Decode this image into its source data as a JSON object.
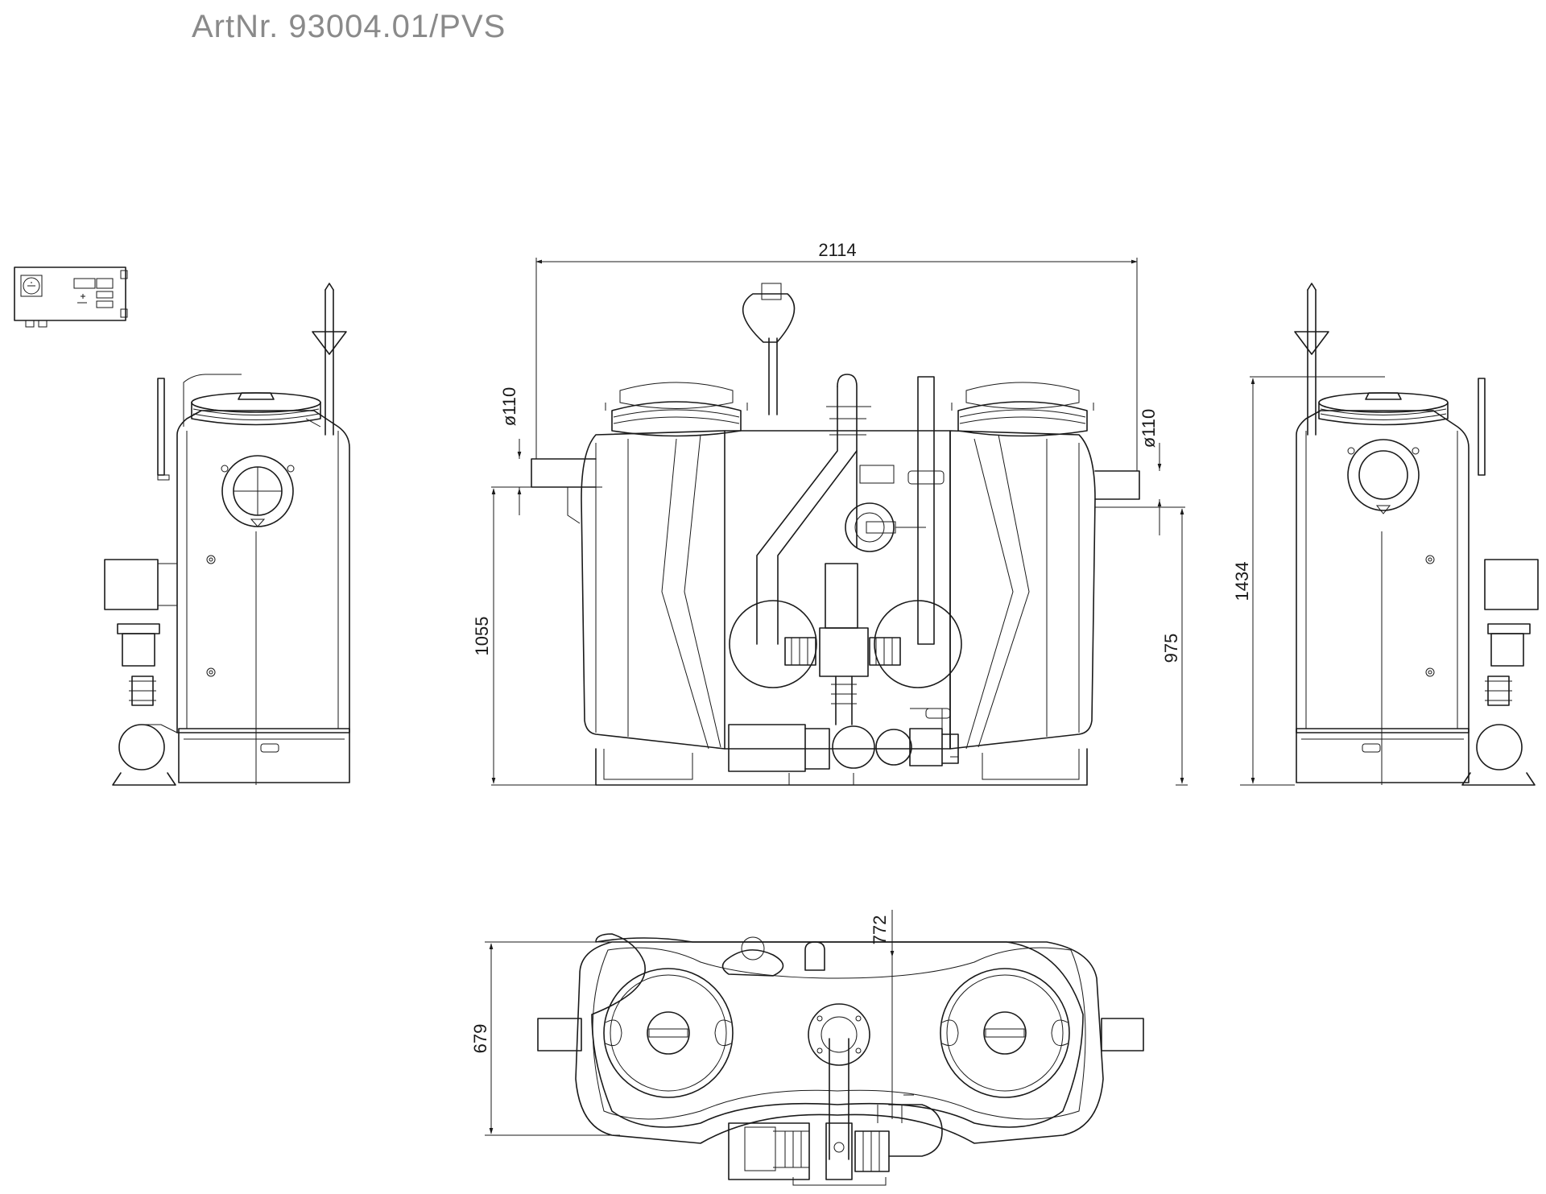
{
  "title": "ArtNr.  93004.01/PVS",
  "dimensions": {
    "overall_width": "2114",
    "inlet_left": "ø110",
    "inlet_right": "ø110",
    "height_inlet_left": "1055",
    "height_inlet_right": "975",
    "total_height": "1434",
    "depth": "679",
    "offset": "772"
  },
  "icons": [
    "control-box-icon",
    "lifting-station-side-view",
    "lifting-station-front-view",
    "lifting-station-top-view"
  ]
}
